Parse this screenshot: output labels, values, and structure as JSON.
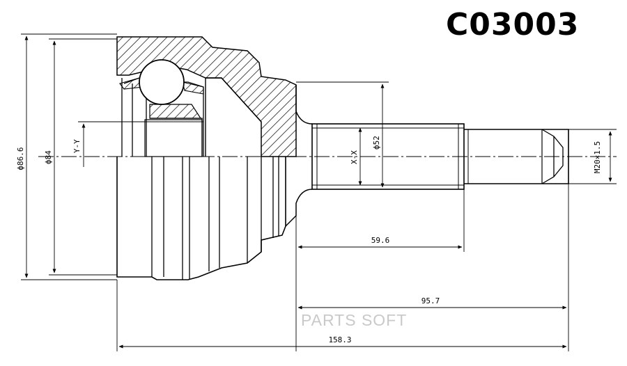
{
  "part_code": "C03003",
  "watermark": "PARTS SOFT",
  "dimensions": {
    "d_outer": "ф86.6",
    "d_inner": "ф84",
    "d_shaft": "ф52",
    "thread": "M20×1.5",
    "len_spline": "59.6",
    "len_stem": "95.7",
    "len_total": "158.3"
  },
  "section_labels": {
    "yy": "Y-Y",
    "xx": "X-X"
  }
}
